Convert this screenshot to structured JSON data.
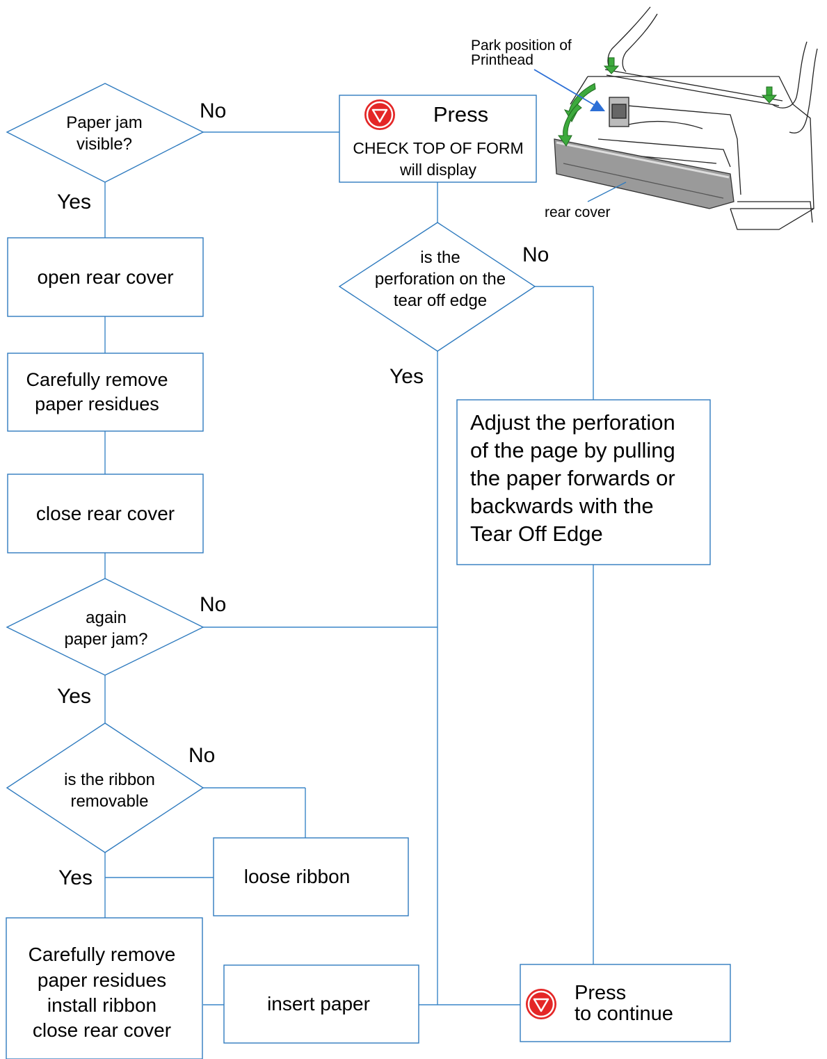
{
  "nodes": {
    "paper_jam_visible": "Paper jam\nvisible?",
    "press_check": {
      "press": "Press",
      "message": "CHECK TOP OF FORM\nwill display"
    },
    "open_rear_cover": "open rear cover",
    "perforation_on_edge": "is the\nperforation on the\ntear off edge",
    "remove_residues_1": "Carefully remove\npaper residues",
    "adjust_perforation": "Adjust the perforation\nof the page by pulling\nthe paper forwards or\nbackwards with the\nTear Off Edge",
    "close_rear_cover": "close rear cover",
    "again_paper_jam": "again\npaper jam?",
    "ribbon_removable": "is the ribbon\nremovable",
    "loose_ribbon": "loose ribbon",
    "remove_residues_2": "Carefully remove\npaper residues\ninstall ribbon\nclose rear cover",
    "insert_paper": "insert paper",
    "press_continue": "Press\nto continue"
  },
  "branch_labels": {
    "no_1": "No",
    "yes_1": "Yes",
    "no_2": "No",
    "yes_2": "Yes",
    "no_3": "No",
    "yes_3": "Yes",
    "no_4": "No",
    "yes_4": "Yes"
  },
  "illustration": {
    "park_label": "Park position of\nPrinthead",
    "rear_cover_label": "rear cover"
  },
  "colors": {
    "shape_stroke": "#2f7bbf",
    "connector": "#3a86c8",
    "press_button": "#e42727",
    "arrow_green": "#3daa3d",
    "pointer_blue": "#2c6fd6"
  },
  "icons": [
    "press-button-icon",
    "printer-illustration"
  ]
}
